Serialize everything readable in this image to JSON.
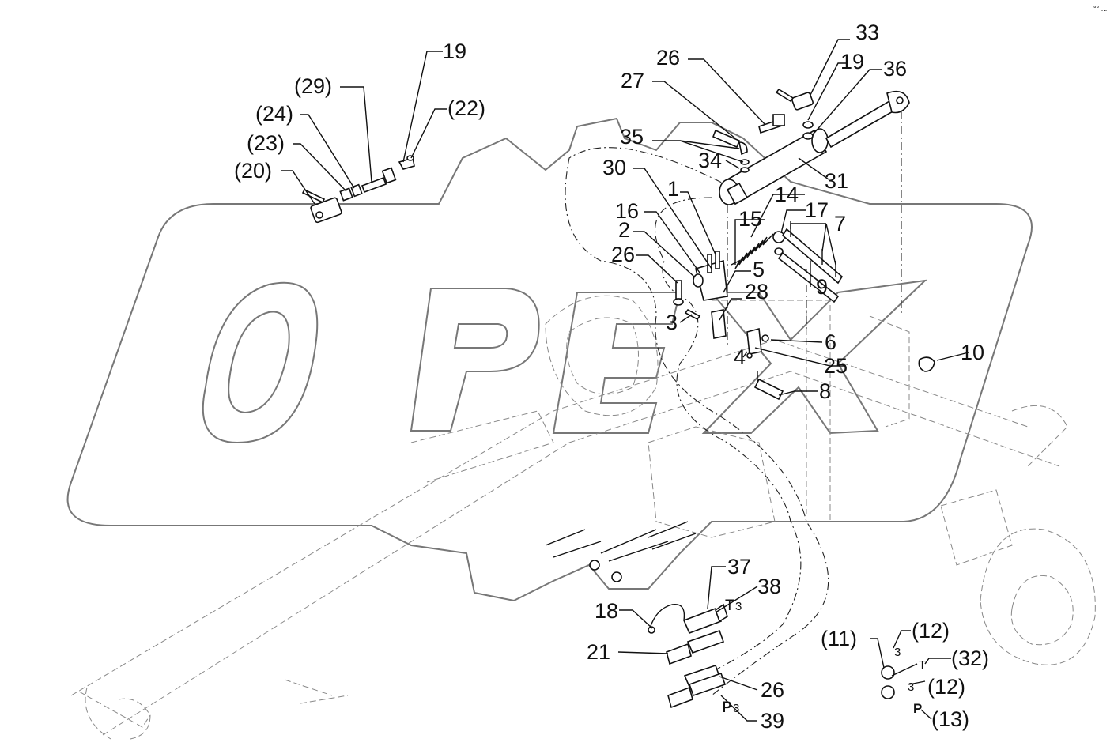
{
  "corner_mark": "°° ...",
  "watermark": "OPEX",
  "callouts": [
    {
      "id": "c33",
      "text": "33"
    },
    {
      "id": "c26a",
      "text": "26"
    },
    {
      "id": "c19a",
      "text": "19"
    },
    {
      "id": "c36",
      "text": "36"
    },
    {
      "id": "c27",
      "text": "27"
    },
    {
      "id": "c35",
      "text": "35"
    },
    {
      "id": "c34",
      "text": "34"
    },
    {
      "id": "c31",
      "text": "31"
    },
    {
      "id": "c30",
      "text": "30"
    },
    {
      "id": "c1",
      "text": "1"
    },
    {
      "id": "c14",
      "text": "14"
    },
    {
      "id": "c16",
      "text": "16"
    },
    {
      "id": "c15",
      "text": "15"
    },
    {
      "id": "c17",
      "text": "17"
    },
    {
      "id": "c7",
      "text": "7"
    },
    {
      "id": "c2",
      "text": "2"
    },
    {
      "id": "c26b",
      "text": "26"
    },
    {
      "id": "c5",
      "text": "5"
    },
    {
      "id": "c9",
      "text": "9"
    },
    {
      "id": "c28",
      "text": "28"
    },
    {
      "id": "c3",
      "text": "3"
    },
    {
      "id": "c6",
      "text": "6"
    },
    {
      "id": "c10",
      "text": "10"
    },
    {
      "id": "c4",
      "text": "4"
    },
    {
      "id": "c25",
      "text": "25"
    },
    {
      "id": "c8",
      "text": "8"
    },
    {
      "id": "c19b",
      "text": "19"
    },
    {
      "id": "c29",
      "text": "(29)"
    },
    {
      "id": "c24",
      "text": "(24)"
    },
    {
      "id": "c22",
      "text": "(22)"
    },
    {
      "id": "c23",
      "text": "(23)"
    },
    {
      "id": "c20",
      "text": "(20)"
    },
    {
      "id": "c37",
      "text": "37"
    },
    {
      "id": "c38",
      "text": "38"
    },
    {
      "id": "c18",
      "text": "18"
    },
    {
      "id": "c21",
      "text": "21"
    },
    {
      "id": "c26c",
      "text": "26"
    },
    {
      "id": "c39",
      "text": "39"
    },
    {
      "id": "c11",
      "text": "(11)"
    },
    {
      "id": "c12a",
      "text": "(12)"
    },
    {
      "id": "c32",
      "text": "(32)"
    },
    {
      "id": "c12b",
      "text": "(12)"
    },
    {
      "id": "c13",
      "text": "(13)"
    }
  ],
  "port_marks": {
    "t3_main": "T",
    "t3_sub": "3",
    "p3_main": "P",
    "p3_sub": "3",
    "tag_3a": "3",
    "tag_t": "T",
    "tag_3b": "3",
    "tag_p": "P"
  }
}
